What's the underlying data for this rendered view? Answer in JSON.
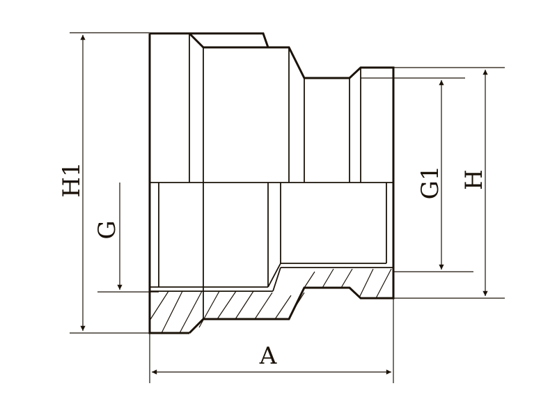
{
  "diagram": {
    "type": "technical-drawing",
    "subject": "reducing-fitting-section",
    "labels": {
      "H1": "H1",
      "G": "G",
      "G1": "G1",
      "H": "H",
      "A": "A"
    }
  }
}
